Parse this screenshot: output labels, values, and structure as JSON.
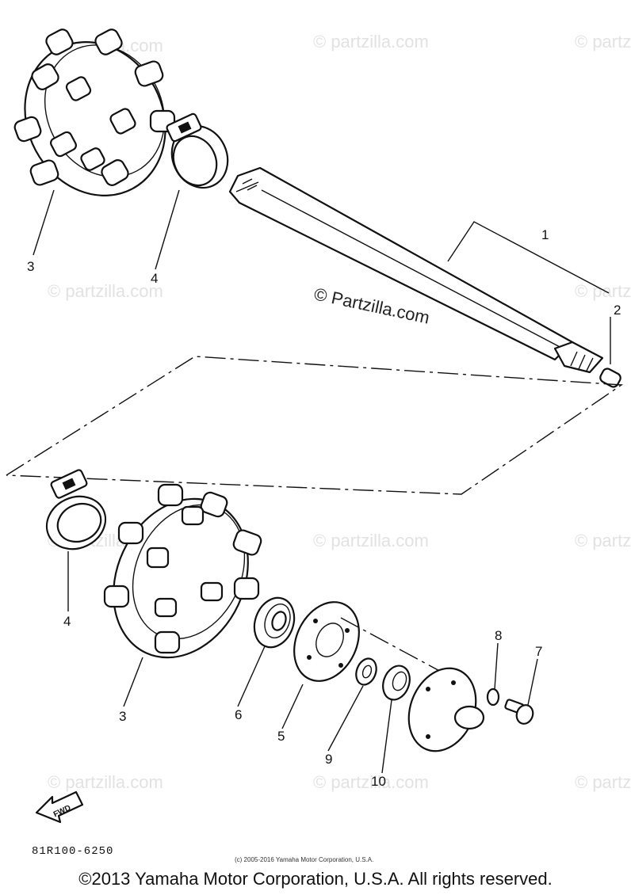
{
  "watermark": {
    "main": "© Partzilla.com",
    "repeat": "© partzilla.com",
    "small_copyright": "(c) 2005-2016 Yamaha Motor Corporation, U.S.A."
  },
  "callouts": {
    "c1": "1",
    "c2": "2",
    "c3_top": "3",
    "c4_top": "4",
    "c4_bottom": "4",
    "c3_bottom": "3",
    "c5": "5",
    "c6": "6",
    "c7": "7",
    "c8": "8",
    "c9": "9",
    "c10": "10"
  },
  "fwd_label": "FWD",
  "part_code": "81R100-6250",
  "copyright": "©2013 Yamaha Motor Corporation, U.S.A. All rights reserved."
}
